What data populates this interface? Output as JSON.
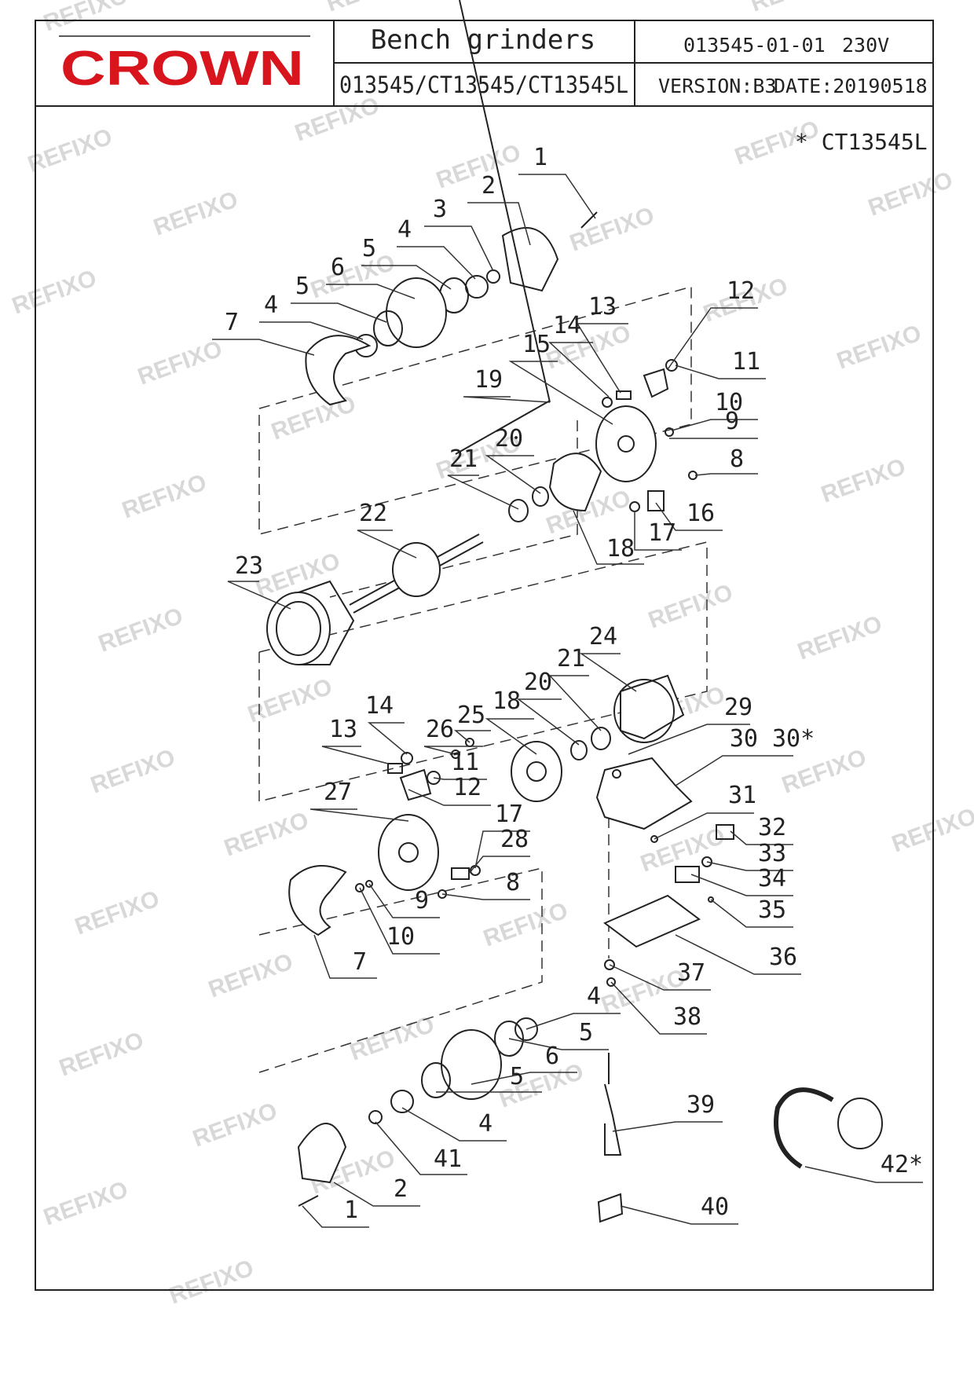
{
  "header": {
    "brand": "CROWN",
    "title": "Bench grinders",
    "models": "013545/CT13545/CT13545L",
    "doc_code": "013545-01-01",
    "voltage": "230V",
    "version": "VERSION:B3",
    "date": "DATE:20190518"
  },
  "note": "* CT13545L",
  "watermark": "REFIXO",
  "callouts": [
    "1",
    "2",
    "3",
    "4",
    "5",
    "6",
    "5",
    "4",
    "7",
    "12",
    "13",
    "14",
    "15",
    "11",
    "19",
    "10",
    "9",
    "20",
    "21",
    "8",
    "22",
    "16",
    "17",
    "18",
    "23",
    "24",
    "21",
    "20",
    "18",
    "25",
    "26",
    "14",
    "13",
    "11",
    "12",
    "29",
    "30 30*",
    "27",
    "31",
    "17",
    "28",
    "32",
    "8",
    "33",
    "9",
    "34",
    "10",
    "35",
    "7",
    "36",
    "37",
    "4",
    "38",
    "5",
    "6",
    "5",
    "39",
    "4",
    "41",
    "42*",
    "2",
    "1",
    "40"
  ]
}
